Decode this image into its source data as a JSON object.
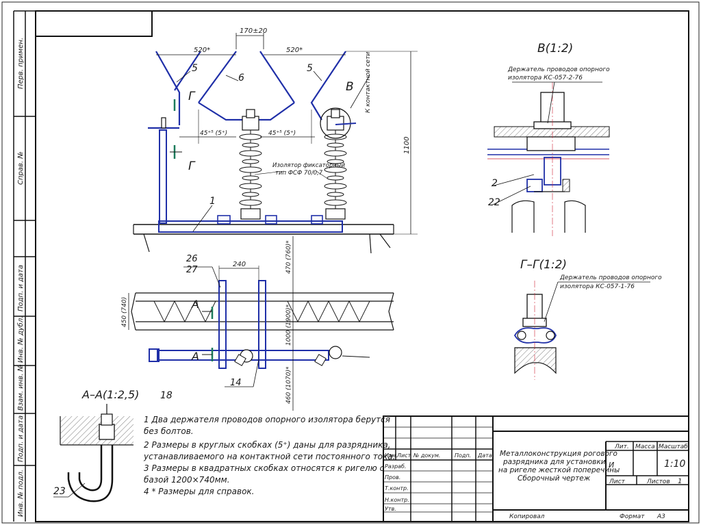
{
  "side_stamps": [
    "Перв. примен.",
    "Справ. №",
    "Подп. и дата",
    "Инв. № дубл.",
    "Взам. инв. №",
    "Подп. и дата",
    "Инв. № подл."
  ],
  "main_view": {
    "dim_top": "170±20",
    "dim_left": "520*",
    "dim_right": "520*",
    "dim_height": "1100",
    "dim_angle_left": "45⁺⁵ (5⁺)",
    "dim_angle_right": "45⁺⁵ (5⁺)",
    "callout_5a": "5",
    "callout_6": "6",
    "callout_5b": "5",
    "callout_1": "1",
    "section_g_top": "Г",
    "section_g_bottom": "Г",
    "view_v_label": "В",
    "wire_note": "К контактной сети",
    "insulator_note_1": "Изолятор фиксаторный",
    "insulator_note_2": "тип ФСФ 70/0,7"
  },
  "plan_view": {
    "dim_240": "240",
    "dim_450": "450 (740)",
    "dim_470": "470 (760)*",
    "dim_1000": "1000 (1900)*",
    "dim_460": "460 (1070)*",
    "callout_26": "26",
    "callout_27": "27",
    "callout_14": "14",
    "section_a_top": "А",
    "section_a_bottom": "А"
  },
  "view_v": {
    "title": "В(1:2)",
    "note_1": "Держатель проводов опорного",
    "note_2": "изолятора КС-057-2-76",
    "callout_2": "2",
    "callout_22": "22"
  },
  "view_gg": {
    "title": "Г–Г(1:2)",
    "note_1": "Держатель проводов опорного",
    "note_2": "изолятора КС-057-1-76"
  },
  "view_aa": {
    "title": "А–А(1:2,5)",
    "callout_18": "18",
    "callout_23": "23"
  },
  "notes": [
    "1 Два держателя проводов опорного изолятора берутся",
    "без болтов.",
    "2 Размеры в круглых скобках (5⁺) даны для разрядника,",
    "устанавливаемого на контактной сети постоянного тока.",
    "3 Размеры в квадратных скобках относятся к ригелю с",
    "базой 1200×740мм.",
    "4  * Размеры для справок."
  ],
  "title_block": {
    "title_line1": "Металлоконструкция рогового",
    "title_line2": "разрядника для установки",
    "title_line3": "на ригеле жесткой поперечины",
    "title_line4": "Сборочный чертеж",
    "col_izm": "Изм.",
    "col_list": "Лист",
    "col_docnum": "№ докум.",
    "col_podp": "Подп.",
    "col_data": "Дата",
    "row_razrab": "Разраб.",
    "row_prov": "Пров.",
    "row_tkontr": "Т.контр.",
    "row_nkontr": "Н.контр.",
    "row_utv": "Утв.",
    "lit_label": "Лит.",
    "massa_label": "Масса",
    "scale_label": "Масштаб",
    "lit_value": "И",
    "scale_value": "1:10",
    "sheet_label": "Лист",
    "sheets_label": "Листов",
    "sheets_value": "1",
    "copied": "Копировал",
    "format_label": "Формат",
    "format_value": "А3"
  }
}
